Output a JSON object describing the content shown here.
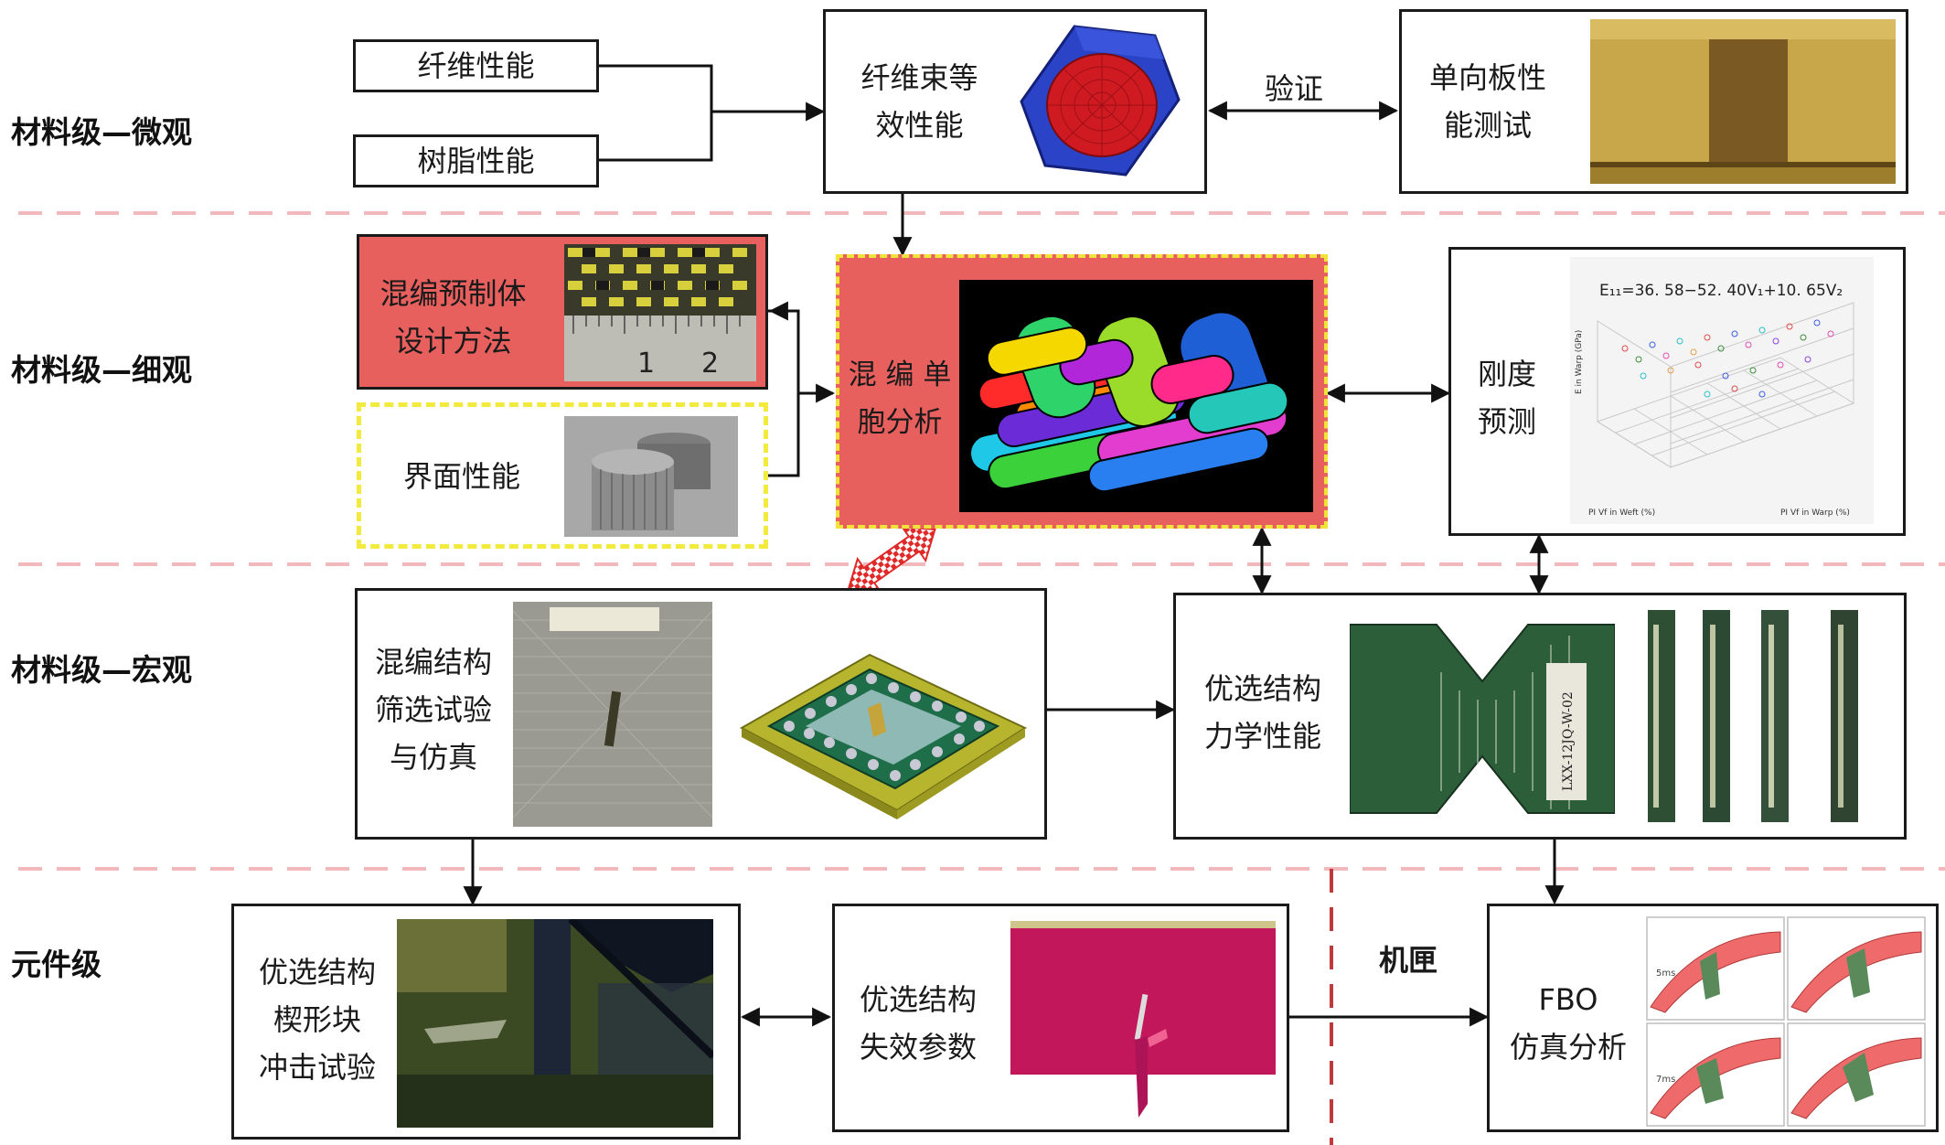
{
  "levels": {
    "micro": "材料级—微观",
    "meso": "材料级—细观",
    "macro": "材料级—宏观",
    "component": "元件级"
  },
  "micro": {
    "fiber_perf": "纤维性能",
    "resin_perf": "树脂性能",
    "bundle": [
      "纤维束等",
      "效性能"
    ],
    "verify": "验证",
    "unidir": [
      "单向板性",
      "能测试"
    ]
  },
  "meso": {
    "preform": [
      "混编预制体",
      "设计方法"
    ],
    "ruler_marks": [
      "1",
      "2"
    ],
    "interface": "界面性能",
    "unitcell": [
      "混 编 单",
      "胞分析"
    ],
    "stiffness": [
      "刚度",
      "预测"
    ],
    "formula": "E₁₁=36. 58−52. 40V₁+10. 65V₂",
    "plot_axis_left": "PI Vf in Weft (%)",
    "plot_axis_right": "PI Vf in Warp (%)",
    "plot_axis_z": "E in Warp (GPa)"
  },
  "macro": {
    "screening": [
      "混编结构",
      "筛选试验",
      "与仿真"
    ],
    "specimen_label": "LXX-12JQ-W-02",
    "mech": [
      "优选结构",
      "力学性能"
    ]
  },
  "component": {
    "wedge": [
      "优选结构",
      "楔形块",
      "冲击试验"
    ],
    "failure": [
      "优选结构",
      "失效参数"
    ],
    "casing": "机匣",
    "fbo": [
      "FBO",
      "仿真分析"
    ],
    "fbo_t1": "5ms",
    "fbo_t2": "7ms"
  },
  "colors": {
    "divider": "#f2b9bd",
    "highlight_fill": "#e8605e",
    "highlight_border": "#f0e33a",
    "dashed_yellow": "#f2ea3c",
    "casing_divider": "#c0393b",
    "hatched_arrow": "#e02a2a"
  }
}
